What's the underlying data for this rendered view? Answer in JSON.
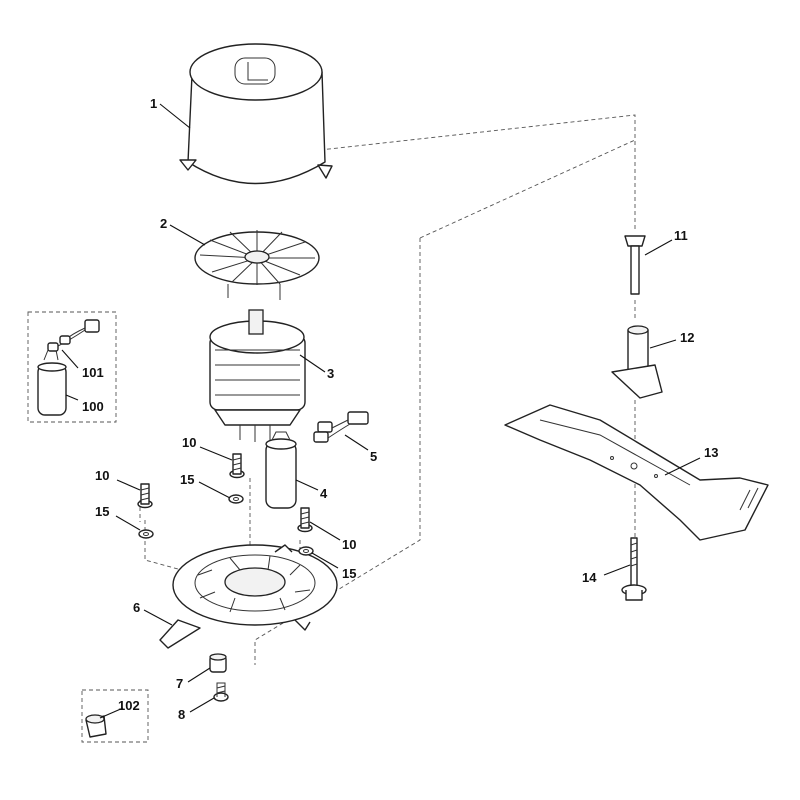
{
  "callouts": {
    "c1": "1",
    "c2": "2",
    "c3": "3",
    "c4": "4",
    "c5": "5",
    "c6": "6",
    "c7": "7",
    "c8": "8",
    "c10a": "10",
    "c10b": "10",
    "c10c": "10",
    "c11": "11",
    "c12": "12",
    "c13": "13",
    "c14": "14",
    "c15a": "15",
    "c15b": "15",
    "c15c": "15",
    "c100": "100",
    "c101": "101",
    "c102": "102"
  }
}
